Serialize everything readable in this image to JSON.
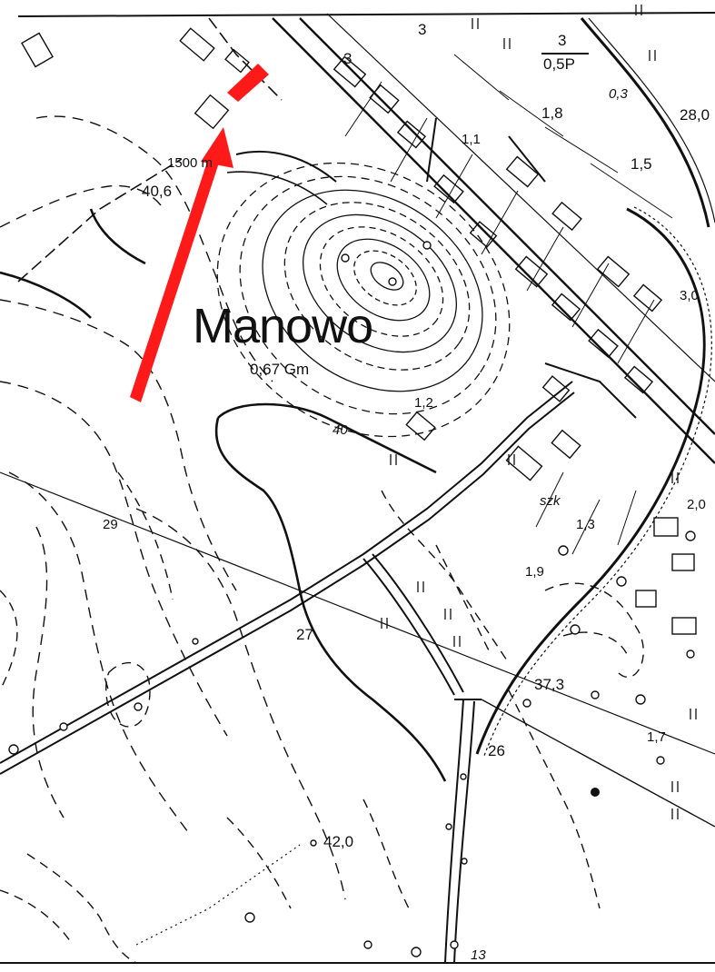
{
  "map": {
    "place_name": "Manowo",
    "place_detail": "0,67 Gm",
    "top_label_1": "1500 m",
    "fraction": {
      "numerator": "3",
      "denominator": "0,5P"
    },
    "labels": {
      "n3a": "3",
      "n3b": "3",
      "n03": "0,3",
      "n18": "1,8",
      "n15": "1,5",
      "n11": "1,1",
      "n28": "28,0",
      "n30": "3,0",
      "n12": "1,2",
      "n13": "1,3",
      "n19": "1,9",
      "n20": "2,0",
      "szk": "szk",
      "n17": "1,7",
      "e406": "40,6",
      "c40": "40",
      "c29": "29",
      "c27": "27",
      "c26": "26",
      "h373": "37,3",
      "h420": "42,0",
      "c13": "13"
    },
    "marker_color": "#ff1a1a",
    "ink_color": "#111111"
  }
}
